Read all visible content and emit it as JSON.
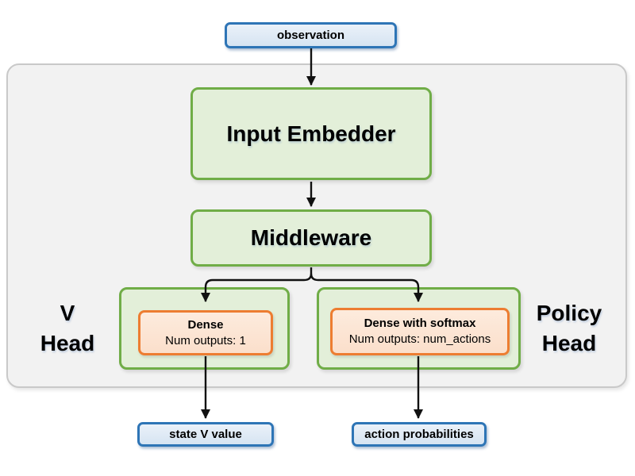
{
  "colors": {
    "canvas-bg": "#ffffff",
    "container-bg": "#f2f2f2",
    "container-border": "#c9c9c9",
    "blue-border": "#2e75b6",
    "blue-bg-top": "#eaf1f9",
    "blue-bg-bottom": "#d6e4f2",
    "green-border": "#70ad47",
    "green-bg": "#e3efd9",
    "orange-border": "#ed7d31",
    "orange-bg-top": "#fdebdd",
    "orange-bg-bottom": "#fbdfcb",
    "arrow": "#111111",
    "text": "#000000"
  },
  "nodes": {
    "observation": "observation",
    "input_embedder": "Input Embedder",
    "middleware": "Middleware",
    "v_head_line1": "V",
    "v_head_line2": "Head",
    "policy_head_line1": "Policy",
    "policy_head_line2": "Head",
    "dense_title": "Dense",
    "dense_subtitle": "Num outputs: 1",
    "dense_softmax_title": "Dense with softmax",
    "dense_softmax_subtitle": "Num outputs: num_actions",
    "state_v_value": "state V value",
    "action_probabilities": "action probabilities"
  }
}
